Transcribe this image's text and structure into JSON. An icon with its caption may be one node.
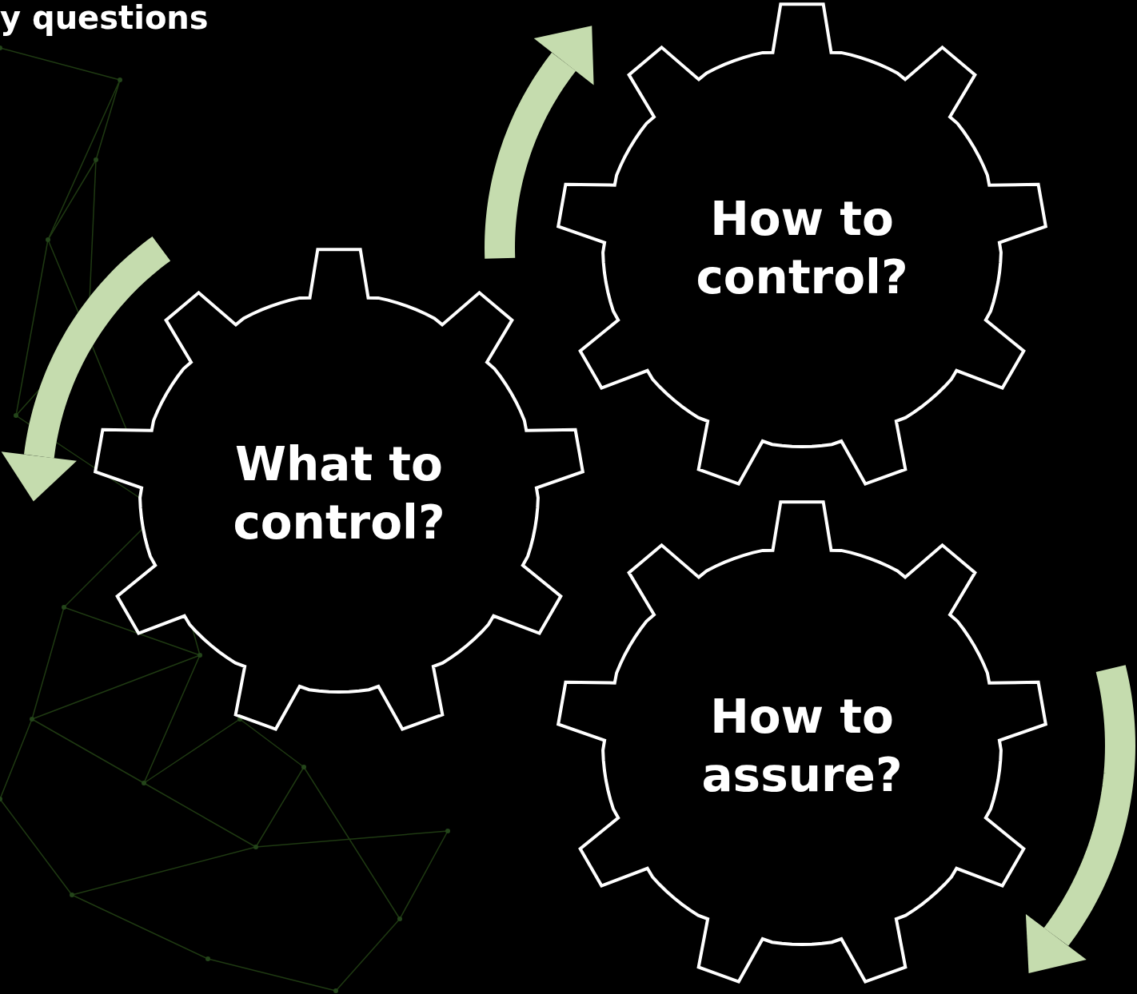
{
  "diagram": {
    "title": "y questions",
    "nodes": [
      {
        "text": [
          "What to control?"
        ]
      },
      {
        "text": [
          "How to control?"
        ]
      },
      {
        "text": [
          "How to assure?"
        ]
      }
    ]
  }
}
